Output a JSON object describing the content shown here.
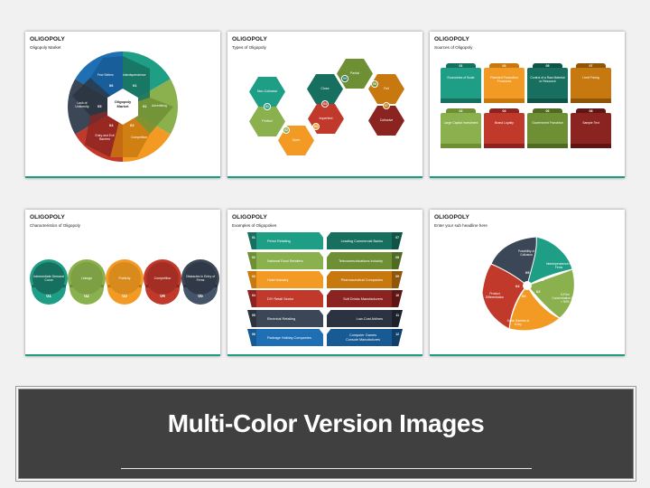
{
  "colors": {
    "teal": "#1f9e86",
    "dark_teal": "#17705f",
    "green": "#8bb04e",
    "olive": "#6e8f34",
    "orange": "#f29a23",
    "dark_orange": "#c7780e",
    "red": "#c0392b",
    "dark_red": "#8b2320",
    "navy": "#3b4656",
    "blue": "#1f6fb5",
    "banner_bg": "#404040",
    "page_bg": "#f1f1f1"
  },
  "slides": [
    {
      "title": "OLIGOPOLY",
      "subtitle": "Oligopoly Market",
      "center_label": "Oligopoly Market",
      "segments": [
        {
          "num": "01",
          "label": "Interdependence"
        },
        {
          "num": "02",
          "label": "Advertising"
        },
        {
          "num": "03",
          "label": "Competition"
        },
        {
          "num": "04",
          "label": "Entry and Exit Barriers"
        },
        {
          "num": "05",
          "label": "Lack of Uniformity"
        },
        {
          "num": "06",
          "label": "Few Sellers"
        }
      ]
    },
    {
      "title": "OLIGOPOLY",
      "subtitle": "Types of Oligopoly",
      "types": [
        {
          "label": "Non-Collusive"
        },
        {
          "num": "01",
          "label": "Perfect"
        },
        {
          "num": "02",
          "label": "Open"
        },
        {
          "num": "03",
          "label": "Imperfect"
        },
        {
          "num": "04",
          "label": "Close"
        },
        {
          "num": "05",
          "label": "Partial"
        },
        {
          "num": "06",
          "label": "Full"
        },
        {
          "num": "07",
          "label": "Collusive"
        }
      ]
    },
    {
      "title": "OLIGOPOLY",
      "subtitle": "Sources of Oligopoly",
      "sources": [
        {
          "num": "01",
          "label": "Economies of Scale"
        },
        {
          "num": "03",
          "label": "Patented Production Processes"
        },
        {
          "num": "05",
          "label": "Control of a Raw Material or Resource"
        },
        {
          "num": "07",
          "label": "Limit Pricing"
        },
        {
          "num": "02",
          "label": "Large Capital Investment"
        },
        {
          "num": "04",
          "label": "Brand Loyalty"
        },
        {
          "num": "06",
          "label": "Government Franchise"
        },
        {
          "num": "08",
          "label": "Sample Text"
        }
      ]
    },
    {
      "title": "OLIGOPOLY",
      "subtitle": "Characteristics of Oligopoly",
      "characteristics": [
        {
          "num": "01",
          "label": "Intermediate Demand Curve"
        },
        {
          "num": "02",
          "label": "Linkage"
        },
        {
          "num": "03",
          "label": "Publicity"
        },
        {
          "num": "04",
          "label": "Competition"
        },
        {
          "num": "05",
          "label": "Obstacles in Entry of Firms"
        }
      ]
    },
    {
      "title": "OLIGOPOLY",
      "subtitle": "Examples of Oligopolies",
      "examples": [
        {
          "num": "01",
          "label": "Petrol Retailing"
        },
        {
          "num": "02",
          "label": "National Food Retailers"
        },
        {
          "num": "03",
          "label": "Hotel Industry"
        },
        {
          "num": "04",
          "label": "DIY Retail Sector"
        },
        {
          "num": "05",
          "label": "Electrical Retailing"
        },
        {
          "num": "06",
          "label": "Package Holiday Companies"
        },
        {
          "num": "07",
          "label": "Leading Commercial Banks"
        },
        {
          "num": "08",
          "label": "Telecommunications Industry"
        },
        {
          "num": "09",
          "label": "Pharmaceutical Companies"
        },
        {
          "num": "10",
          "label": "Soft Drinks Manufacturers"
        },
        {
          "num": "11",
          "label": "Low-Cost Airlines"
        },
        {
          "num": "12",
          "label": "Computer Games Console Manufactures"
        }
      ]
    },
    {
      "title": "OLIGOPOLY",
      "subtitle": "Enter your sub headline here",
      "petals": [
        {
          "num": "01",
          "label": "Interdependence of Firms"
        },
        {
          "num": "02",
          "label": "5-Firm Concentration Ratio > 50%"
        },
        {
          "num": "03",
          "label": "Some Barriers to Entry"
        },
        {
          "num": "04",
          "label": "Product Differentiation"
        },
        {
          "num": "05",
          "label": "Possibility of Collusion"
        }
      ]
    }
  ],
  "banner": {
    "heading": "Multi-Color Version Images"
  }
}
